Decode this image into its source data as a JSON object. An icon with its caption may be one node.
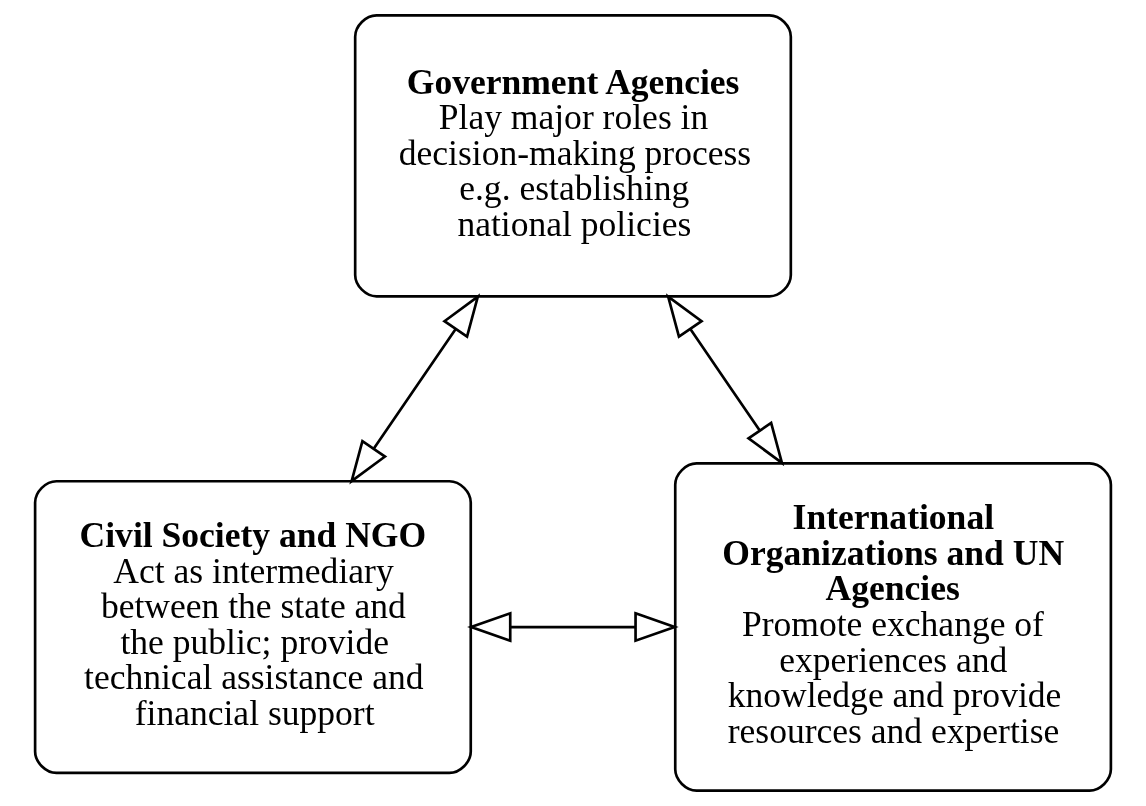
{
  "diagram": {
    "nodes": [
      {
        "text": [
          "Government Agencies",
          "Play major roles in decision-making process e.g. establishing national policies"
        ]
      },
      {
        "text": [
          "Civil Society and NGO",
          "Act as intermediary between the state and the public; provide technical assistance and financial support"
        ]
      },
      {
        "text": [
          "International Organizations and UN Agencies",
          "Promote exchange of experiences and knowledge and provide resources and expertise"
        ]
      }
    ],
    "edges": [
      {
        "from": 0,
        "to": 1,
        "arrow": "both"
      },
      {
        "from": 0,
        "to": 2,
        "arrow": "both"
      },
      {
        "from": 1,
        "to": 2,
        "arrow": "both"
      }
    ]
  }
}
